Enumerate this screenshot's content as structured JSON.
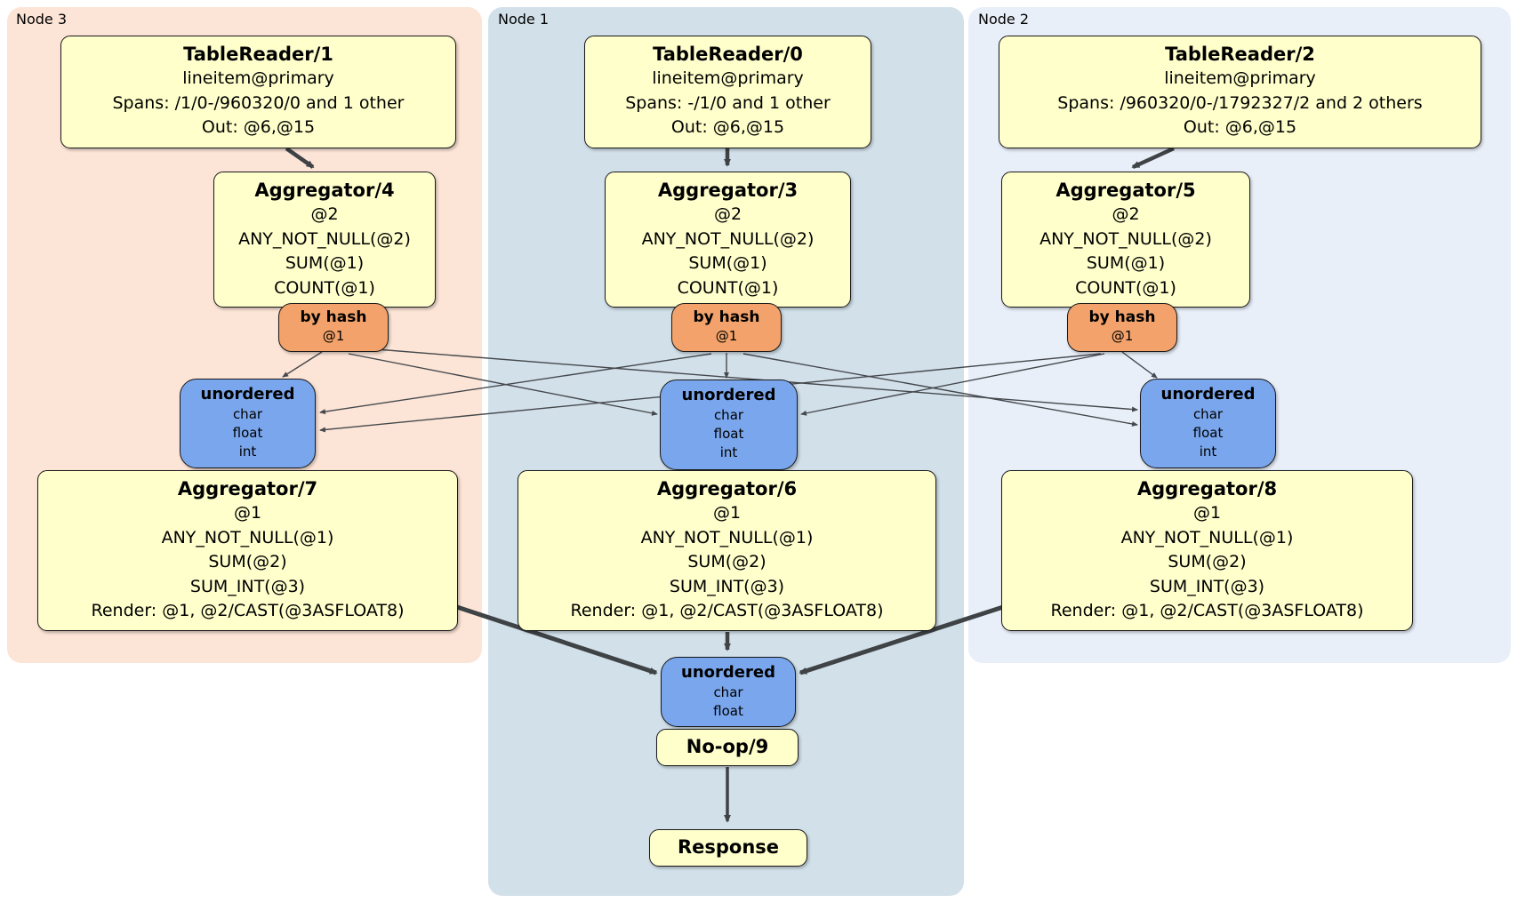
{
  "regions": [
    {
      "id": "node3",
      "label": "Node 3"
    },
    {
      "id": "node1",
      "label": "Node 1"
    },
    {
      "id": "node2",
      "label": "Node 2"
    }
  ],
  "boxes": {
    "tr1": {
      "title": "TableReader/1",
      "lines": [
        "lineitem@primary",
        "Spans: /1/0-/960320/0 and 1 other",
        "Out: @6,@15"
      ]
    },
    "tr0": {
      "title": "TableReader/0",
      "lines": [
        "lineitem@primary",
        "Spans: -/1/0 and 1 other",
        "Out: @6,@15"
      ]
    },
    "tr2": {
      "title": "TableReader/2",
      "lines": [
        "lineitem@primary",
        "Spans: /960320/0-/1792327/2 and 2 others",
        "Out: @6,@15"
      ]
    },
    "agg4": {
      "title": "Aggregator/4",
      "lines": [
        "@2",
        "ANY_NOT_NULL(@2)",
        "SUM(@1)",
        "COUNT(@1)"
      ]
    },
    "agg3": {
      "title": "Aggregator/3",
      "lines": [
        "@2",
        "ANY_NOT_NULL(@2)",
        "SUM(@1)",
        "COUNT(@1)"
      ]
    },
    "agg5": {
      "title": "Aggregator/5",
      "lines": [
        "@2",
        "ANY_NOT_NULL(@2)",
        "SUM(@1)",
        "COUNT(@1)"
      ]
    },
    "hash3": {
      "title": "by hash",
      "lines": [
        "@1"
      ]
    },
    "hash1": {
      "title": "by hash",
      "lines": [
        "@1"
      ]
    },
    "hash2": {
      "title": "by hash",
      "lines": [
        "@1"
      ]
    },
    "sync3": {
      "title": "unordered",
      "lines": [
        "char",
        "float",
        "int"
      ]
    },
    "sync1": {
      "title": "unordered",
      "lines": [
        "char",
        "float",
        "int"
      ]
    },
    "sync2": {
      "title": "unordered",
      "lines": [
        "char",
        "float",
        "int"
      ]
    },
    "agg7": {
      "title": "Aggregator/7",
      "lines": [
        "@1",
        "ANY_NOT_NULL(@1)",
        "SUM(@2)",
        "SUM_INT(@3)",
        "Render: @1, @2/CAST(@3ASFLOAT8)"
      ]
    },
    "agg6": {
      "title": "Aggregator/6",
      "lines": [
        "@1",
        "ANY_NOT_NULL(@1)",
        "SUM(@2)",
        "SUM_INT(@3)",
        "Render: @1, @2/CAST(@3ASFLOAT8)"
      ]
    },
    "agg8": {
      "title": "Aggregator/8",
      "lines": [
        "@1",
        "ANY_NOT_NULL(@1)",
        "SUM(@2)",
        "SUM_INT(@3)",
        "Render: @1, @2/CAST(@3ASFLOAT8)"
      ]
    },
    "syncFinal": {
      "title": "unordered",
      "lines": [
        "char",
        "float"
      ]
    },
    "noop": {
      "title": "No-op/9"
    },
    "response": {
      "title": "Response"
    }
  },
  "colors": {
    "node3_bg": "#fce4d6",
    "node1_bg": "#d2e0ea",
    "node2_bg": "#e9eff9",
    "processor_fill": "#ffffcc",
    "router_fill": "#f2a26a",
    "sync_fill": "#79a6ec",
    "edge_color": "#3f4346"
  }
}
